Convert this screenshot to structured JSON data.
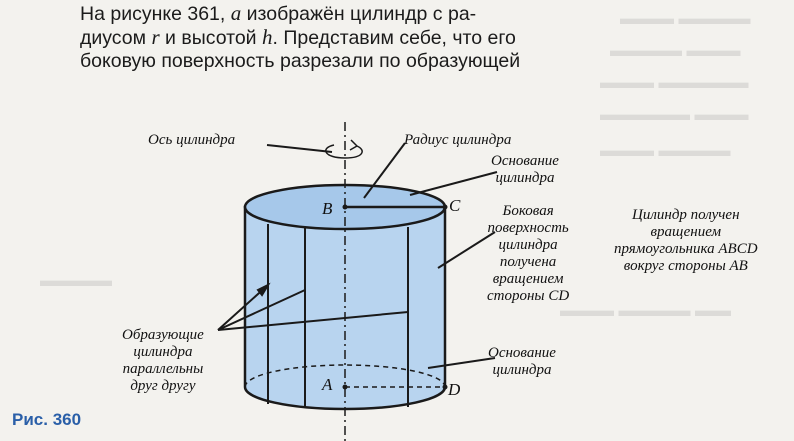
{
  "paragraph": {
    "line1_a": "На рисунке 361, ",
    "line1_var": "а",
    "line1_b": " изображён цилиндр с ра-",
    "line2_a": "диусом ",
    "line2_r": "r",
    "line2_b": " и высотой ",
    "line2_h": "h",
    "line2_c": ". Представим себе, что его",
    "line3": "боковую поверхность разрезали по образующей"
  },
  "labels": {
    "axis": "Ось цилиндра",
    "radius": "Радиус цилиндра",
    "top_base_1": "Основание",
    "top_base_2": "цилиндра",
    "lateral_1": "Боковая",
    "lateral_2": "поверхность",
    "lateral_3": "цилиндра",
    "lateral_4": "получена",
    "lateral_5": "вращением",
    "lateral_6": "стороны CD",
    "rotation_1": "Цилиндр получен",
    "rotation_2": "вращением",
    "rotation_3": "прямоугольника ABCD",
    "rotation_4": "вокруг стороны AB",
    "generators_1": "Образующие",
    "generators_2": "цилиндра",
    "generators_3": "параллельны",
    "generators_4": "друг другу",
    "bottom_base_1": "Основание",
    "bottom_base_2": "цилиндра"
  },
  "points": {
    "A": "A",
    "B": "B",
    "C": "C",
    "D": "D"
  },
  "figure_caption": "Рис. 360",
  "colors": {
    "cylinder_fill": "#b8d4ef",
    "top_fill": "#a6c8ea",
    "outline": "#1a1a1a",
    "caption": "#2a5fa8"
  }
}
